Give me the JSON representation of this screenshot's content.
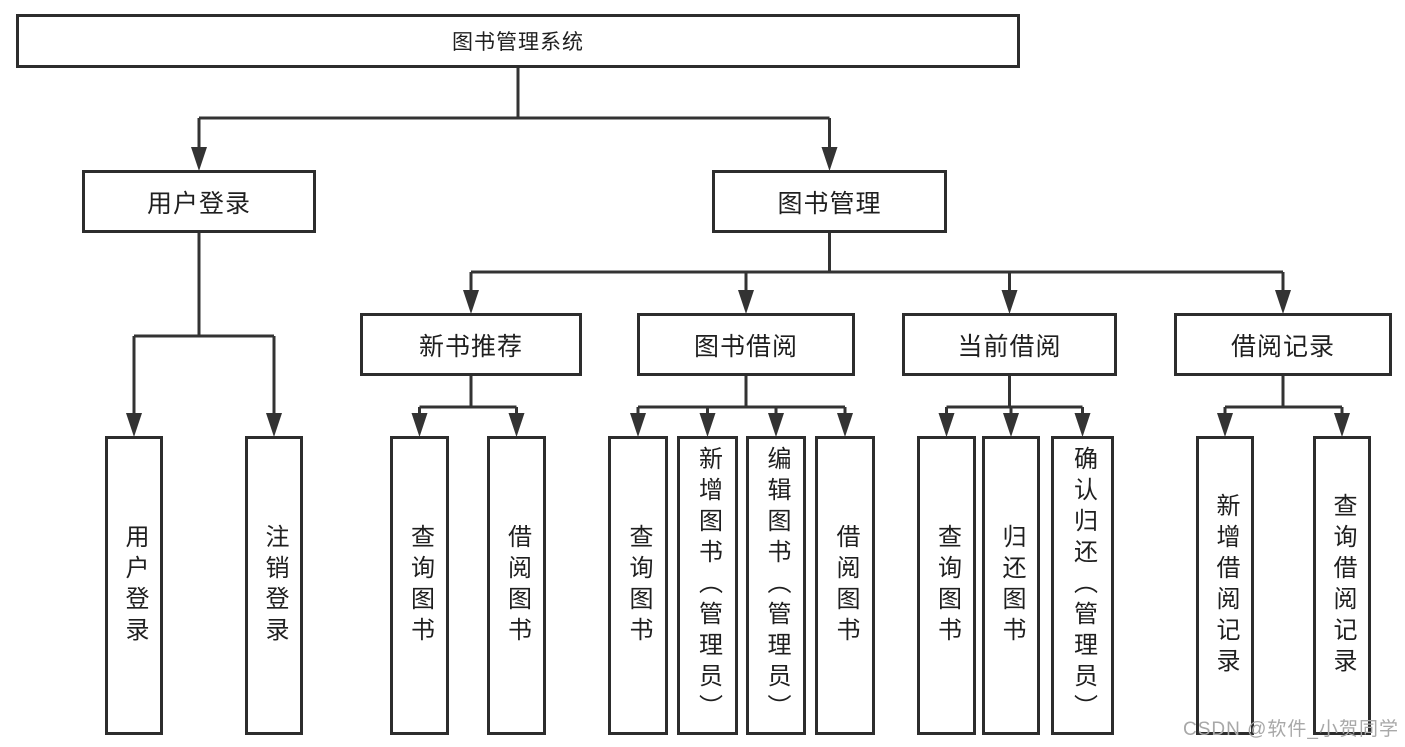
{
  "diagram": {
    "nodes": [
      {
        "id": "root",
        "label": "图书管理系统",
        "orientation": "horizontal",
        "parent": null
      },
      {
        "id": "user-login",
        "label": "用户登录",
        "orientation": "horizontal",
        "parent": "root"
      },
      {
        "id": "book-mgmt",
        "label": "图书管理",
        "orientation": "horizontal",
        "parent": "root"
      },
      {
        "id": "new-book-rec",
        "label": "新书推荐",
        "orientation": "horizontal",
        "parent": "book-mgmt"
      },
      {
        "id": "book-borrow",
        "label": "图书借阅",
        "orientation": "horizontal",
        "parent": "book-mgmt"
      },
      {
        "id": "current-borrow",
        "label": "当前借阅",
        "orientation": "horizontal",
        "parent": "book-mgmt"
      },
      {
        "id": "borrow-records",
        "label": "借阅记录",
        "orientation": "horizontal",
        "parent": "book-mgmt"
      },
      {
        "id": "leaf-user-login",
        "label": "用户登录",
        "orientation": "vertical",
        "parent": "user-login"
      },
      {
        "id": "leaf-logout",
        "label": "注销登录",
        "orientation": "vertical",
        "parent": "user-login"
      },
      {
        "id": "leaf-nb-query",
        "label": "查询图书",
        "orientation": "vertical",
        "parent": "new-book-rec"
      },
      {
        "id": "leaf-nb-borrow",
        "label": "借阅图书",
        "orientation": "vertical",
        "parent": "new-book-rec"
      },
      {
        "id": "leaf-bb-query",
        "label": "查询图书",
        "orientation": "vertical",
        "parent": "book-borrow"
      },
      {
        "id": "leaf-bb-add",
        "label": "新增图书（管理员）",
        "orientation": "vertical",
        "parent": "book-borrow"
      },
      {
        "id": "leaf-bb-edit",
        "label": "编辑图书（管理员）",
        "orientation": "vertical",
        "parent": "book-borrow"
      },
      {
        "id": "leaf-bb-borrow",
        "label": "借阅图书",
        "orientation": "vertical",
        "parent": "book-borrow"
      },
      {
        "id": "leaf-cb-query",
        "label": "查询图书",
        "orientation": "vertical",
        "parent": "current-borrow"
      },
      {
        "id": "leaf-cb-return",
        "label": "归还图书",
        "orientation": "vertical",
        "parent": "current-borrow"
      },
      {
        "id": "leaf-cb-confirm",
        "label": "确认归还（管理员）",
        "orientation": "vertical",
        "parent": "current-borrow"
      },
      {
        "id": "leaf-br-add",
        "label": "新增借阅记录",
        "orientation": "vertical",
        "parent": "borrow-records"
      },
      {
        "id": "leaf-br-query",
        "label": "查询借阅记录",
        "orientation": "vertical",
        "parent": "borrow-records"
      }
    ]
  },
  "watermark": {
    "text": "CSDN @软件_小贺同学"
  },
  "colors": {
    "background": "#ffffff",
    "box_background": "#ffffff",
    "box_border": "#2d2d2d",
    "line": "#333333",
    "text": "#1f1f1f",
    "watermark": "#a8a8a8"
  }
}
